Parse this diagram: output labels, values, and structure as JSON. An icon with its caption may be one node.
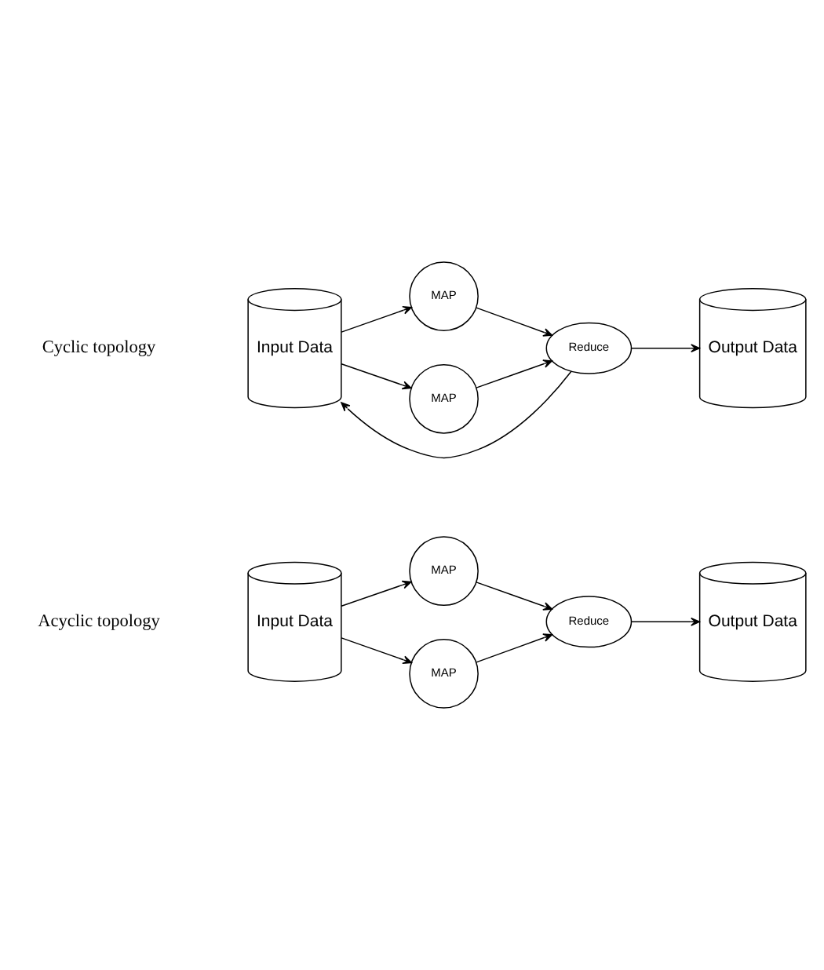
{
  "diagram": {
    "nodes": [
      {
        "text": [
          "Input Data"
        ]
      },
      {
        "text": [
          "MAP"
        ]
      },
      {
        "text": [
          "MAP"
        ]
      },
      {
        "text": [
          "Reduce"
        ]
      },
      {
        "text": [
          "Output Data"
        ]
      },
      {
        "text": [
          "Input Data"
        ]
      },
      {
        "text": [
          "MAP"
        ]
      },
      {
        "text": [
          "MAP"
        ]
      },
      {
        "text": [
          "Reduce"
        ]
      },
      {
        "text": [
          "Output Data"
        ]
      }
    ],
    "edges": [
      {
        "from": 0,
        "to": 1,
        "arrow": "to"
      },
      {
        "from": 0,
        "to": 2,
        "arrow": "to"
      },
      {
        "from": 1,
        "to": 3,
        "arrow": "to"
      },
      {
        "from": 2,
        "to": 3,
        "arrow": "to"
      },
      {
        "from": 3,
        "to": 4,
        "arrow": "to"
      },
      {
        "from": 5,
        "to": 6,
        "arrow": "to"
      },
      {
        "from": 5,
        "to": 7,
        "arrow": "to"
      },
      {
        "from": 6,
        "to": 8,
        "arrow": "to"
      },
      {
        "from": 7,
        "to": 8,
        "arrow": "to"
      },
      {
        "from": 8,
        "to": 9,
        "arrow": "to"
      },
      {
        "from": 8,
        "to": 5,
        "arrow": "to"
      }
    ],
    "labels": [
      "Acyclic topology",
      "Cyclic topology"
    ]
  }
}
